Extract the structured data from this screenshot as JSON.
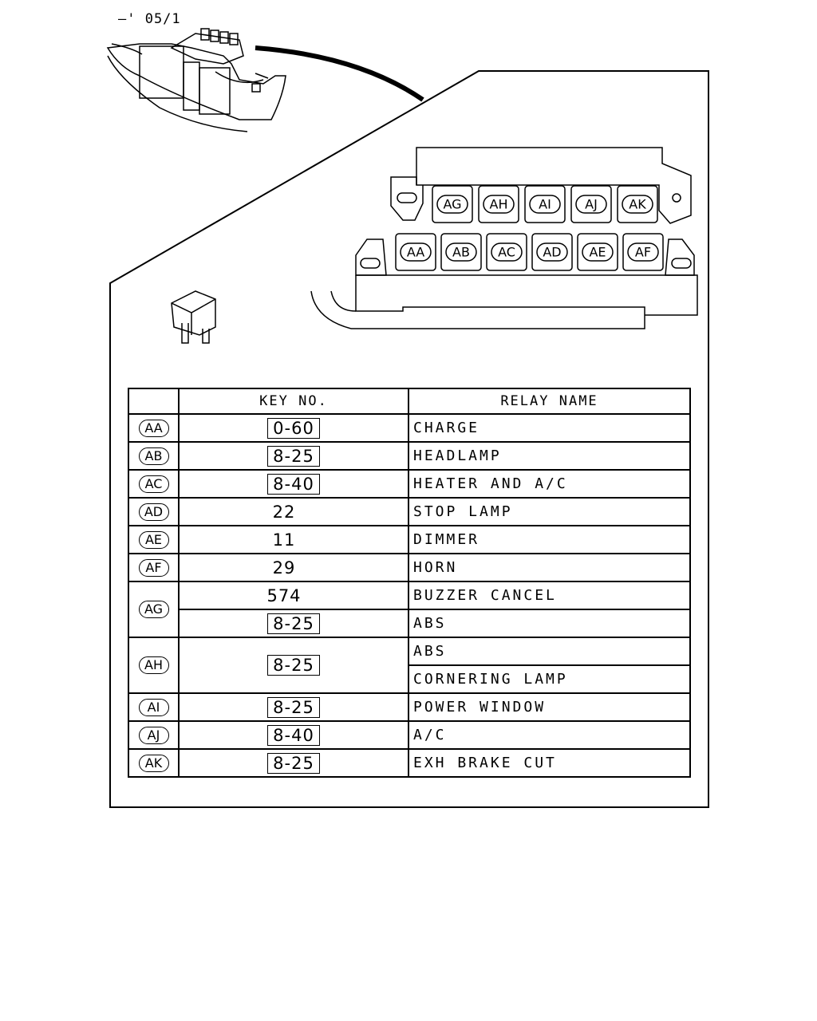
{
  "header_code": "–' 05/1",
  "relay_block": {
    "top_row": [
      "AG",
      "AH",
      "AI",
      "AJ",
      "AK"
    ],
    "bottom_row": [
      "AA",
      "AB",
      "AC",
      "AD",
      "AE",
      "AF"
    ]
  },
  "table": {
    "col_key": "KEY NO.",
    "col_relay": "RELAY NAME",
    "rows": [
      {
        "code": "AA",
        "key": "0-60",
        "boxed": true,
        "name": "CHARGE"
      },
      {
        "code": "AB",
        "key": "8-25",
        "boxed": true,
        "name": "HEADLAMP"
      },
      {
        "code": "AC",
        "key": "8-40",
        "boxed": true,
        "name": "HEATER AND A/C"
      },
      {
        "code": "AD",
        "key": "22",
        "boxed": false,
        "name": "STOP LAMP"
      },
      {
        "code": "AE",
        "key": "11",
        "boxed": false,
        "name": "DIMMER"
      },
      {
        "code": "AF",
        "key": "29",
        "boxed": false,
        "name": "HORN"
      },
      {
        "code": "AG",
        "entries": [
          {
            "key": "574",
            "boxed": false,
            "name": "BUZZER CANCEL"
          },
          {
            "key": "8-25",
            "boxed": true,
            "name": "ABS"
          }
        ]
      },
      {
        "code": "AH",
        "key": "8-25",
        "boxed": true,
        "names": [
          "ABS",
          "CORNERING LAMP"
        ]
      },
      {
        "code": "AI",
        "key": "8-25",
        "boxed": true,
        "name": "POWER WINDOW"
      },
      {
        "code": "AJ",
        "key": "8-40",
        "boxed": true,
        "name": "A/C"
      },
      {
        "code": "AK",
        "key": "8-25",
        "boxed": true,
        "name": "EXH BRAKE CUT"
      }
    ]
  }
}
